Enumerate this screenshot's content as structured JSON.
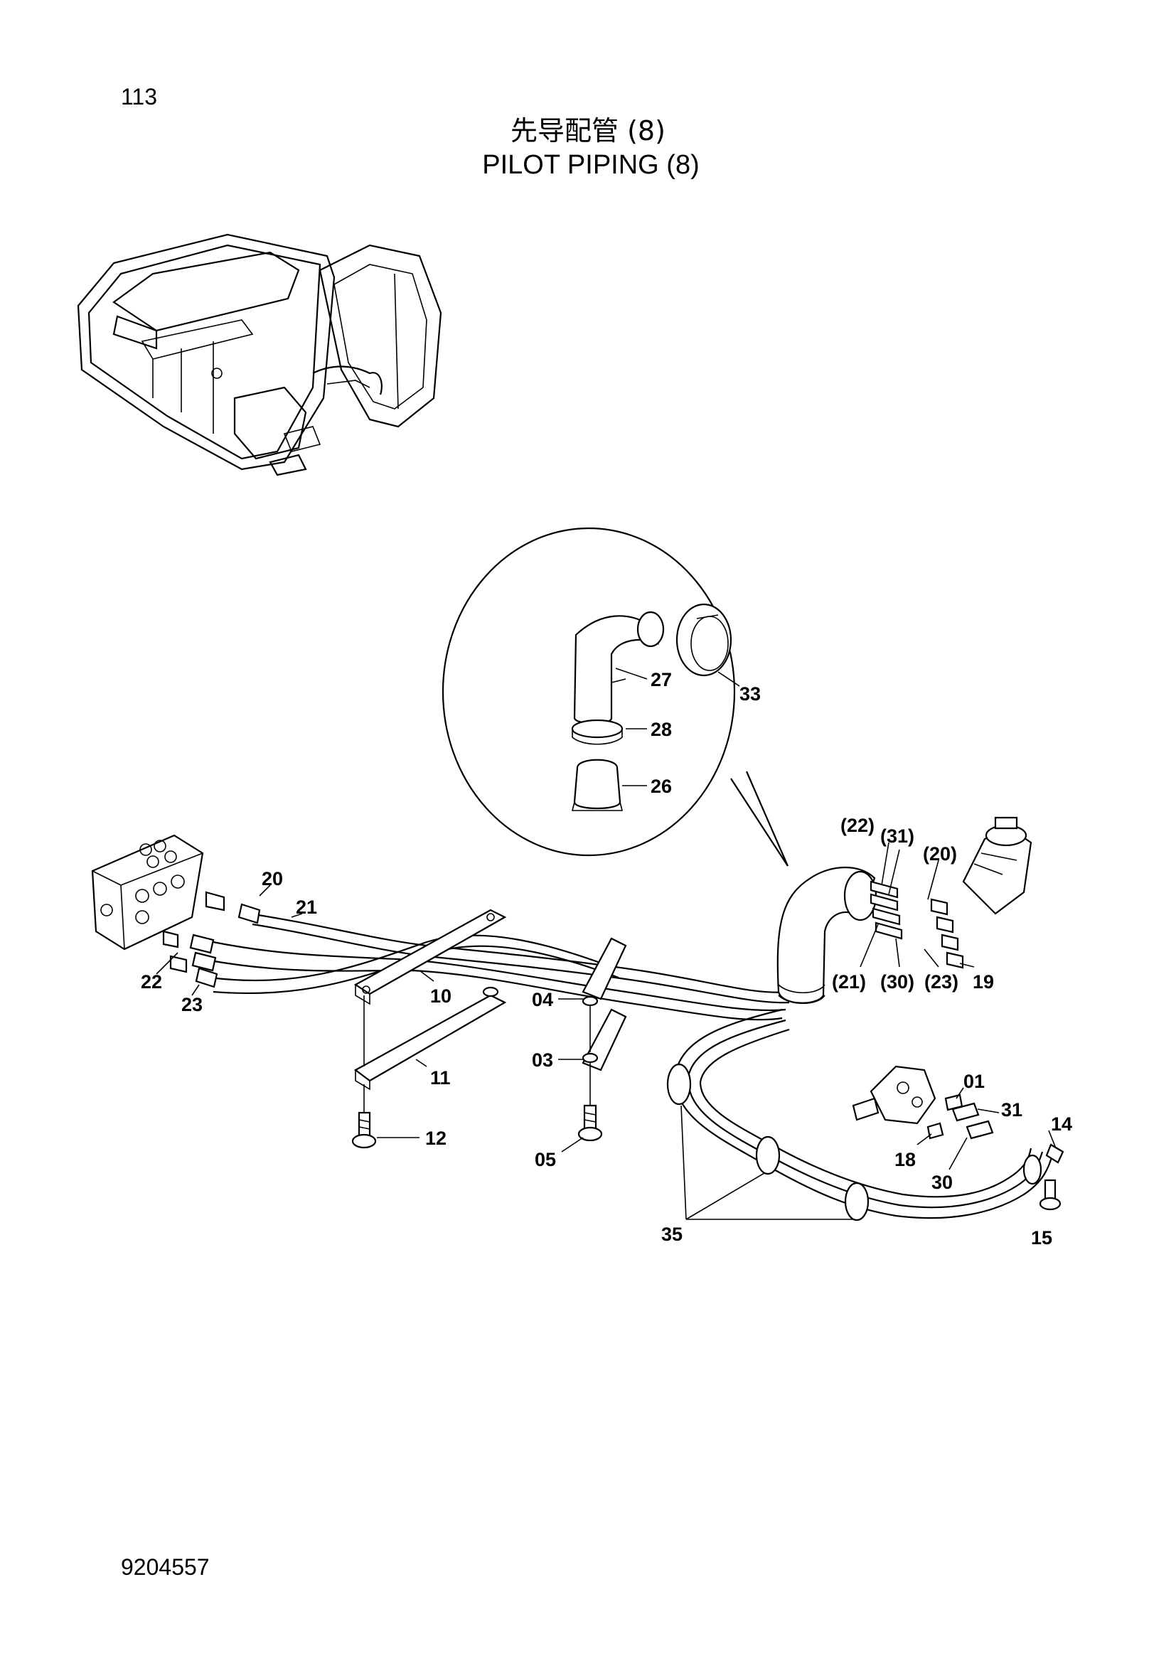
{
  "page_number": "113",
  "title": {
    "chinese": "先导配管 (8)",
    "english": "PILOT PIPING (8)"
  },
  "document_number": "9204557",
  "part_labels": {
    "p20": "20",
    "p21": "21",
    "p22": "22",
    "p23": "23",
    "p10": "10",
    "p11": "11",
    "p12": "12",
    "p04": "04",
    "p03": "03",
    "p05": "05",
    "p27": "27",
    "p33": "33",
    "p28": "28",
    "p26": "26",
    "r22": "(22)",
    "r31": "(31)",
    "r20": "(20)",
    "r21": "(21)",
    "r30": "(30)",
    "r23": "(23)",
    "p19": "19",
    "p01": "01",
    "p31": "31",
    "p14": "14",
    "p18": "18",
    "p30": "30",
    "p15": "15",
    "p35": "35"
  }
}
